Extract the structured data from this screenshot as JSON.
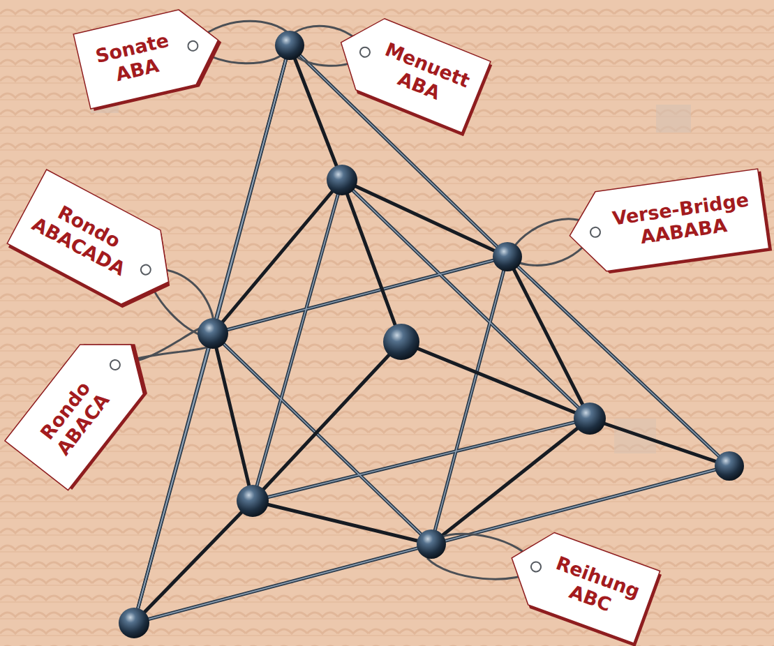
{
  "diagram": {
    "nodes": [
      {
        "text": [
          "Sonate",
          "ABA"
        ]
      },
      {
        "text": [
          "Menuett",
          "ABA"
        ]
      },
      {
        "text": [
          "Verse-Bridge",
          "AABABA"
        ]
      },
      {
        "text": [
          "Rondo",
          "ABACADA"
        ]
      },
      {
        "text": [
          "Rondo",
          "ABACA"
        ]
      },
      {
        "text": [
          "Reihung",
          "ABC"
        ]
      }
    ]
  }
}
